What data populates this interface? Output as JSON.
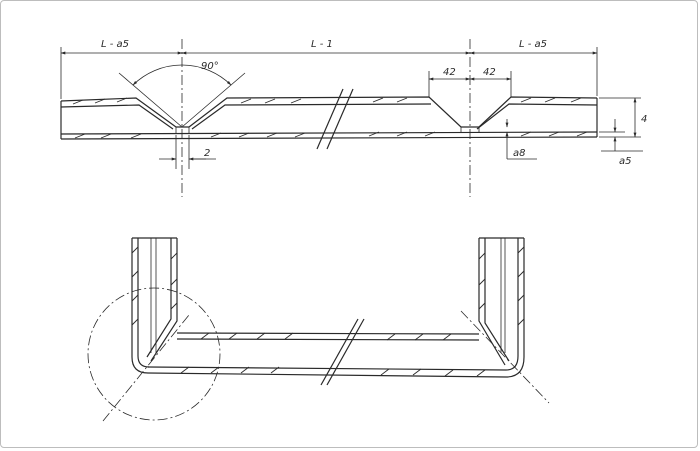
{
  "drawing": {
    "dims": {
      "left": "L - a5",
      "center": "L - 1",
      "right": "L - a5",
      "angle": "90°",
      "notch_left": "42",
      "notch_right": "42",
      "gap": "2",
      "height": "4",
      "depth": "a8",
      "thickness": "a5"
    }
  }
}
